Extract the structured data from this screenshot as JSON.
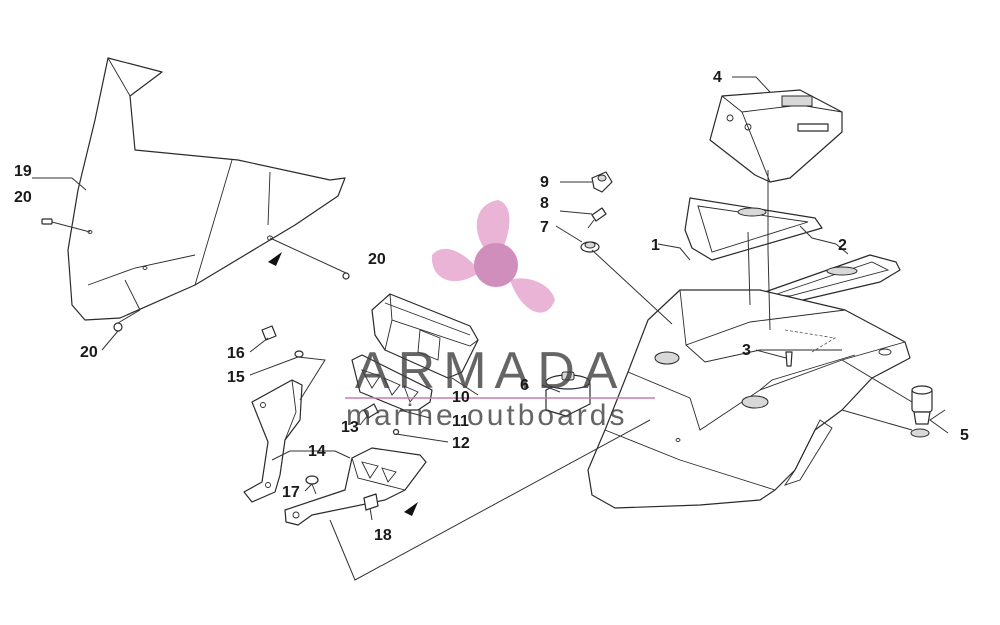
{
  "watermark": {
    "brand": "ARMADA",
    "tagline": "marine outboards",
    "logo_icon": "propeller-icon",
    "logo_color": "#e6a7cf",
    "line_color": "#c77bb0"
  },
  "callouts": [
    "1",
    "2",
    "3",
    "4",
    "5",
    "6",
    "7",
    "8",
    "9",
    "10",
    "11",
    "12",
    "13",
    "14",
    "15",
    "16",
    "17",
    "18",
    "19",
    "20",
    "20",
    "20"
  ]
}
